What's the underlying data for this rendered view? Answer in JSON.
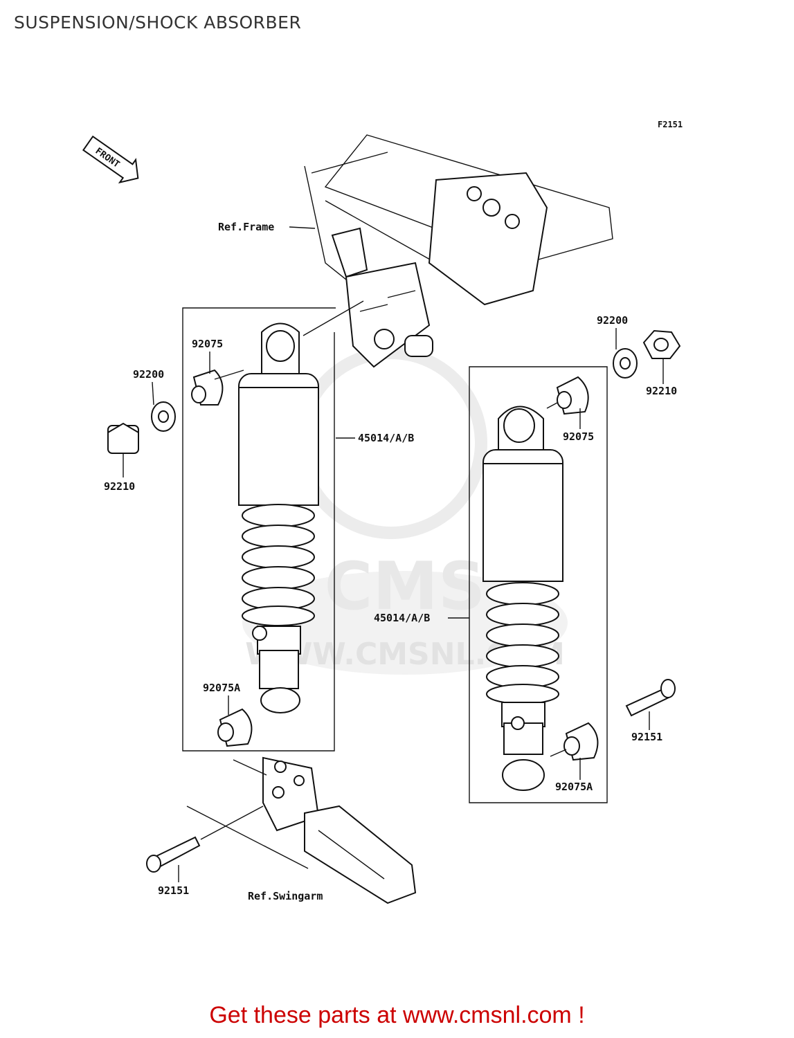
{
  "header": {
    "title": "SUSPENSION/SHOCK ABSORBER"
  },
  "diagram": {
    "figure_code": "F2151",
    "front_badge": "FRONT",
    "ref_frame": "Ref.Frame",
    "ref_swingarm": "Ref.Swingarm",
    "watermark_logo": "CMS",
    "watermark_url": "WWW.CMSNL.COM",
    "callouts": {
      "bush_left": "92075",
      "washer_left": "92200",
      "nut_left": "92210",
      "shock_left": "45014/A/B",
      "bush_a_left": "92075A",
      "bolt_left": "92151",
      "washer_right": "92200",
      "nut_right": "92210",
      "bush_right": "92075",
      "shock_right": "45014/A/B",
      "bolt_right": "92151",
      "bush_a_right": "92075A"
    }
  },
  "footer": {
    "cta": "Get these parts at www.cmsnl.com !"
  },
  "colors": {
    "cta": "#cc0000",
    "line": "#111111",
    "watermark": "#e8e8e8"
  }
}
